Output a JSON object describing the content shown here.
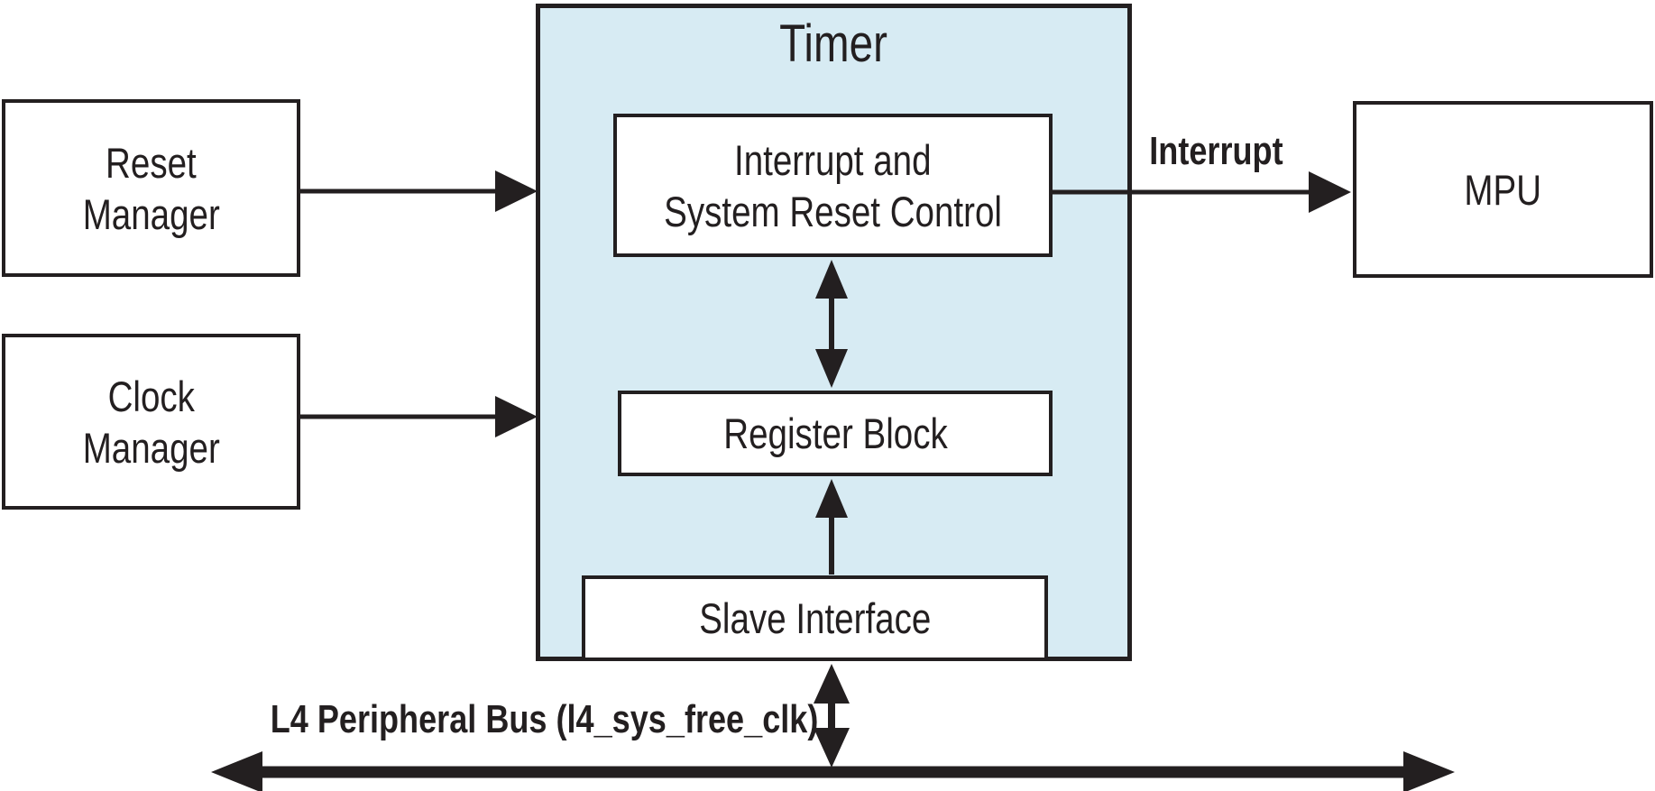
{
  "diagram": {
    "title": "Timer",
    "blocks": {
      "reset_manager": {
        "line1": "Reset",
        "line2": "Manager"
      },
      "clock_manager": {
        "line1": "Clock",
        "line2": "Manager"
      },
      "mpu": {
        "label": "MPU"
      },
      "interrupt_system_reset_control": {
        "line1": "Interrupt and",
        "line2": "System Reset Control"
      },
      "register_block": {
        "label": "Register Block"
      },
      "slave_interface": {
        "label": "Slave Interface"
      }
    },
    "annotations": {
      "interrupt": "Interrupt",
      "bus": "L4 Peripheral Bus (l4_sys_free_clk)"
    },
    "colors": {
      "timer_fill": "#d7ebf3",
      "ink": "#231f20"
    }
  }
}
